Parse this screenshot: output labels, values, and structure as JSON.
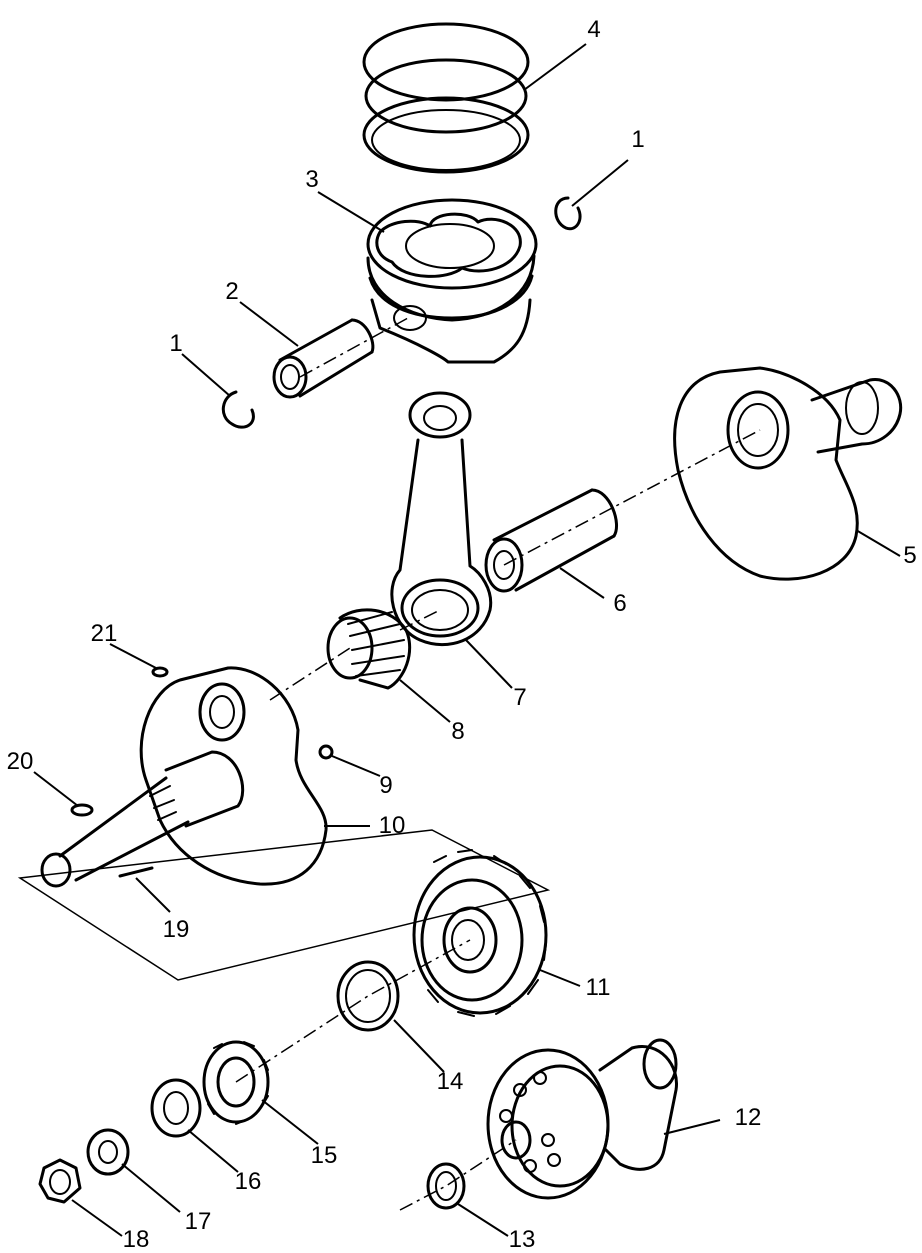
{
  "diagram": {
    "callouts": [
      {
        "id": "c1a",
        "label": "1"
      },
      {
        "id": "c1b",
        "label": "1"
      },
      {
        "id": "c2",
        "label": "2"
      },
      {
        "id": "c3",
        "label": "3"
      },
      {
        "id": "c4",
        "label": "4"
      },
      {
        "id": "c5",
        "label": "5"
      },
      {
        "id": "c6",
        "label": "6"
      },
      {
        "id": "c7",
        "label": "7"
      },
      {
        "id": "c8",
        "label": "8"
      },
      {
        "id": "c9",
        "label": "9"
      },
      {
        "id": "c10",
        "label": "10"
      },
      {
        "id": "c11",
        "label": "11"
      },
      {
        "id": "c12",
        "label": "12"
      },
      {
        "id": "c13",
        "label": "13"
      },
      {
        "id": "c14",
        "label": "14"
      },
      {
        "id": "c15",
        "label": "15"
      },
      {
        "id": "c16",
        "label": "16"
      },
      {
        "id": "c17",
        "label": "17"
      },
      {
        "id": "c18",
        "label": "18"
      },
      {
        "id": "c19",
        "label": "19"
      },
      {
        "id": "c20",
        "label": "20"
      },
      {
        "id": "c21",
        "label": "21"
      }
    ]
  }
}
